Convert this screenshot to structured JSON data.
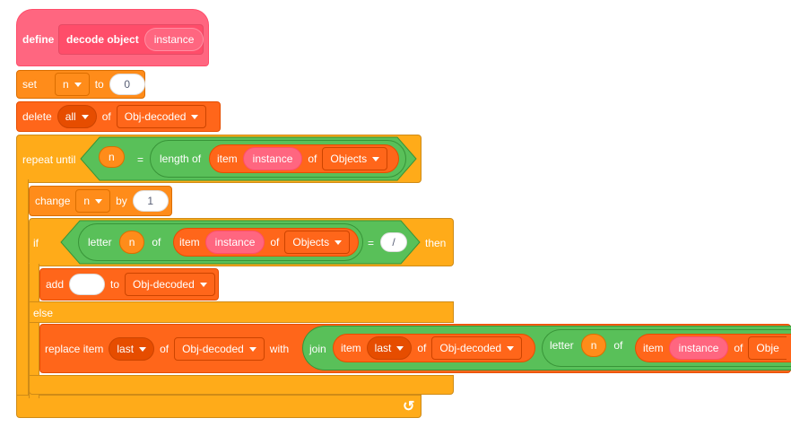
{
  "define_block": {
    "keyword": "define",
    "name": "decode object",
    "param": "instance"
  },
  "set_block": {
    "keyword": "set",
    "var": "n",
    "to": "to",
    "value": "0"
  },
  "delete_block": {
    "keyword": "delete",
    "which": "all",
    "of": "of",
    "list": "Obj-decoded"
  },
  "repeat_block": {
    "keyword": "repeat until",
    "left_var": "n",
    "op": "=",
    "length_of": "length of",
    "item": "item",
    "param": "instance",
    "of": "of",
    "list": "Objects"
  },
  "change_block": {
    "keyword": "change",
    "var": "n",
    "by": "by",
    "value": "1"
  },
  "if_block": {
    "keyword": "if",
    "letter": "letter",
    "var": "n",
    "of1": "of",
    "item": "item",
    "param": "instance",
    "of2": "of",
    "list": "Objects",
    "op": "=",
    "value": "/",
    "then": "then"
  },
  "add_block": {
    "keyword": "add",
    "value": "",
    "to": "to",
    "list": "Obj-decoded"
  },
  "else_label": "else",
  "replace_block": {
    "keyword": "replace item",
    "which": "last",
    "of1": "of",
    "list1": "Obj-decoded",
    "with": "with",
    "join": "join",
    "item": "item",
    "which2": "last",
    "of2": "of",
    "list2": "Obj-decoded",
    "letter": "letter",
    "var": "n",
    "of3": "of",
    "item2": "item",
    "param": "instance",
    "of4": "of",
    "list3_partial": "Obje"
  },
  "loop_arrow": "↺"
}
